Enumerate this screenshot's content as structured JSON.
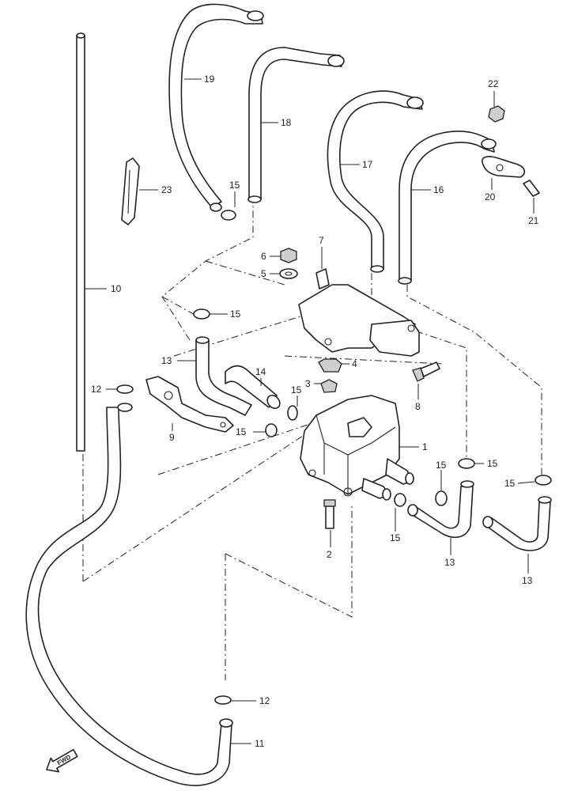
{
  "callouts": {
    "c1": "1",
    "c2": "2",
    "c3": "3",
    "c4": "4",
    "c5": "5",
    "c6": "6",
    "c7": "7",
    "c8": "8",
    "c9": "9",
    "c10": "10",
    "c11": "11",
    "c12a": "12",
    "c12b": "12",
    "c13a": "13",
    "c13b": "13",
    "c13c": "13",
    "c14": "14",
    "c15a": "15",
    "c15b": "15",
    "c15c": "15",
    "c15d": "15",
    "c15e": "15",
    "c15f": "15",
    "c15g": "15",
    "c15h": "15",
    "c16": "16",
    "c17": "17",
    "c18": "18",
    "c19": "19",
    "c20": "20",
    "c21": "21",
    "c22": "22",
    "c23": "23"
  },
  "fwd_marker": "FWD",
  "colors": {
    "line": "#222222",
    "background": "#ffffff"
  }
}
